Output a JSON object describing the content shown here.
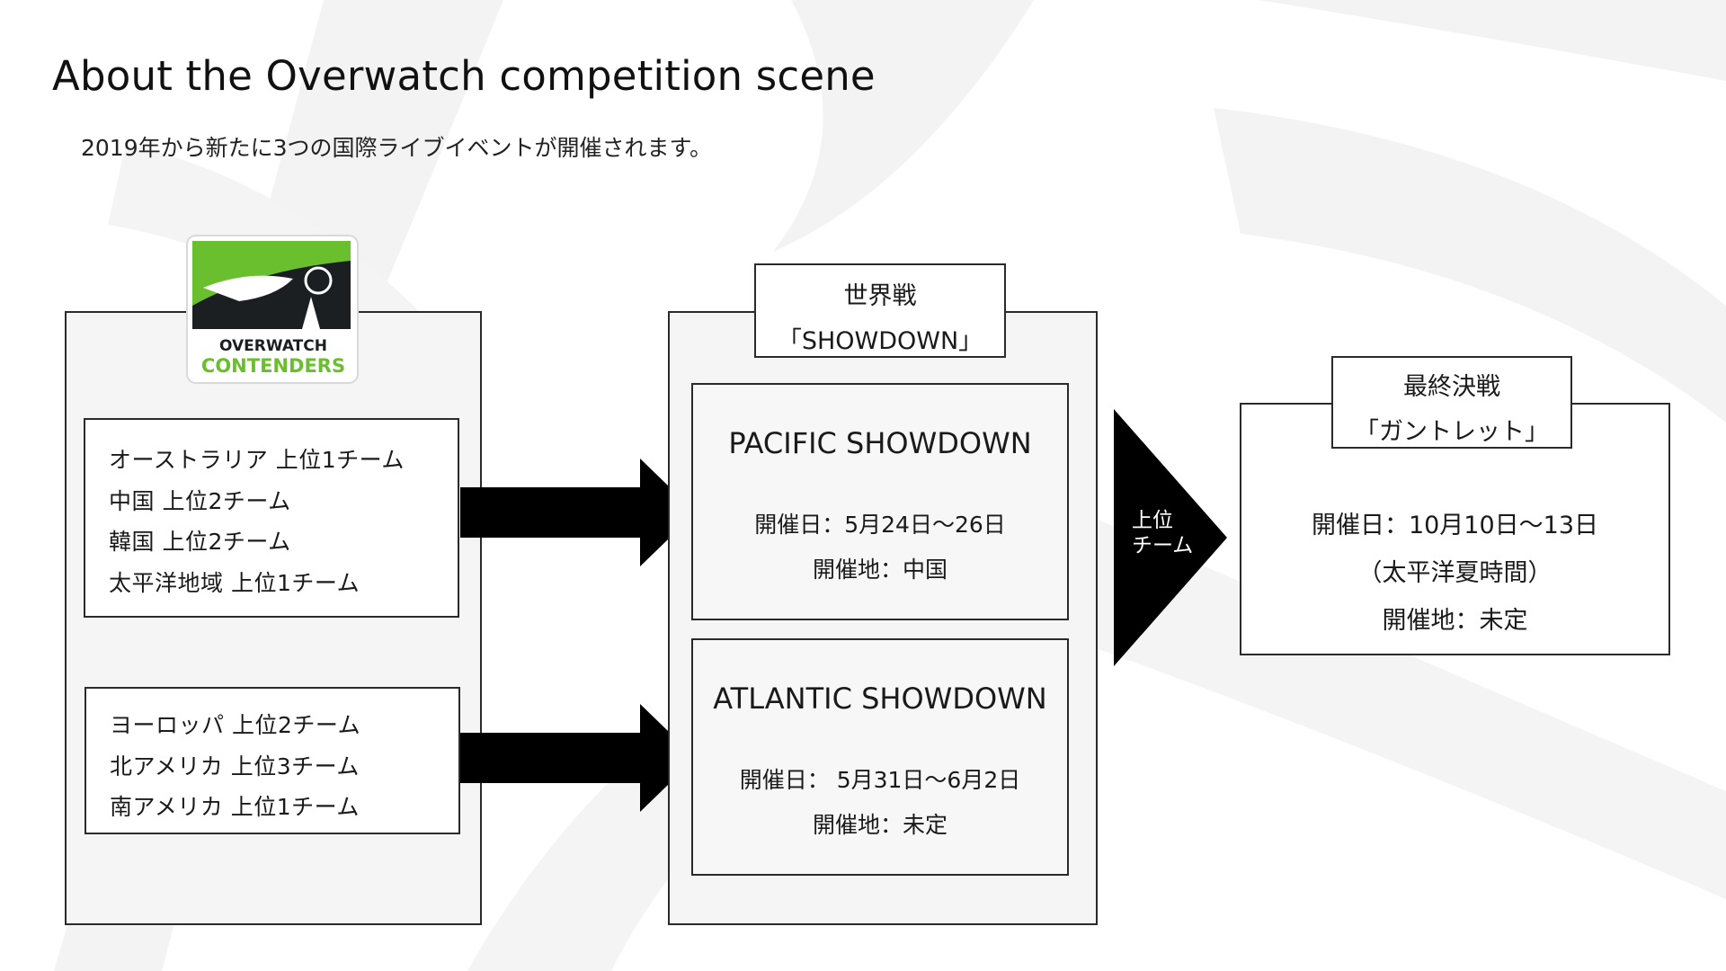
{
  "title": "About the Overwatch competition scene",
  "subtitle": "2019年から新たに3つの国際ライブイベントが開催されます。",
  "logo": {
    "line1": "OVERWATCH",
    "line2": "CONTENDERS",
    "icon": "overwatch-contenders-logo",
    "brand_green": "#6abf2e"
  },
  "regions": {
    "group_a": [
      "オーストラリア 上位1チーム",
      "中国 上位2チーム",
      "韓国 上位2チーム",
      "太平洋地域 上位1チーム"
    ],
    "group_b": [
      "ヨーロッパ 上位2チーム",
      "北アメリカ 上位3チーム",
      "南アメリカ 上位1チーム"
    ]
  },
  "showdown": {
    "header_line1": "世界戦",
    "header_line2": "「SHOWDOWN」",
    "pacific": {
      "name": "PACIFIC SHOWDOWN",
      "date": "開催日：5月24日～26日",
      "venue": "開催地：中国"
    },
    "atlantic": {
      "name": "ATLANTIC SHOWDOWN",
      "date": "開催日： 5月31日～6月2日",
      "venue": "開催地：未定"
    }
  },
  "advance_label_line1": "上位",
  "advance_label_line2": "チーム",
  "gauntlet": {
    "header_line1": "最終決戦",
    "header_line2": "「ガントレット」",
    "date": "開催日：10月10日～13日",
    "timezone": "（太平洋夏時間）",
    "venue": "開催地：未定"
  }
}
